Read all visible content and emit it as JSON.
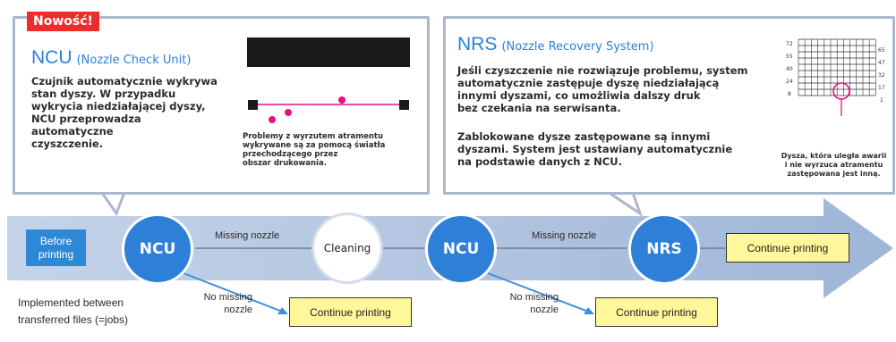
{
  "badge": "Nowość!",
  "ncu_panel": {
    "title": "NCU",
    "subtitle": "(Nozzle Check Unit)",
    "body_lines": [
      "Czujnik automatycznie wykrywa",
      "stan dyszy. W przypadku",
      "wykrycia niedziałającej dyszy,",
      "NCU przeprowadza",
      "automatyczne",
      "czyszczenie."
    ],
    "caption_lines": [
      "Problemy z wyrzutem atramentu",
      "wykrywane są za pomocą światła",
      "przechodzącego przez",
      "obszar drukowania."
    ]
  },
  "nrs_panel": {
    "title": "NRS",
    "subtitle": "(Nozzle Recovery System)",
    "body1_lines": [
      "Jeśli czyszczenie nie rozwiązuje problemu, system",
      "automatycznie zastępuje dyszę niedziałającą",
      "innymi dyszami, co umożliwia dalszy druk",
      "bez czekania na serwisanta."
    ],
    "body2_lines": [
      "Zablokowane dysze zastępowane są innymi",
      "dyszami. System jest ustawiany automatycznie",
      "na podstawie danych z NCU."
    ],
    "caption_lines": [
      "Dysza, która uległa awarii",
      "i nie wyrzuca atramentu",
      "zastępowana jest inną."
    ],
    "grid_left_ticks": [
      "72",
      "55",
      "40",
      "24",
      "8"
    ],
    "grid_right_ticks": [
      "65",
      "47",
      "32",
      "17",
      "1"
    ]
  },
  "flow": {
    "before": "Before\nprinting",
    "ncu1": "NCU",
    "missing1": "Missing nozzle",
    "cleaning": "Cleaning",
    "ncu2": "NCU",
    "missing2": "Missing nozzle",
    "nrs": "NRS",
    "no_missing_1": "No missing\nnozzle",
    "no_missing_2": "No missing\nnozzle",
    "continue_1": "Continue printing",
    "continue_2": "Continue printing",
    "continue_3": "Continue printing",
    "implemented": "Implemented between\ntransferred files (=jobs)"
  },
  "colors": {
    "accent": "#2d7fd8",
    "badge": "#ef2b2b",
    "arrow": "#a9bedc",
    "highlight": "#fff79a",
    "magenta": "#e8117f"
  }
}
